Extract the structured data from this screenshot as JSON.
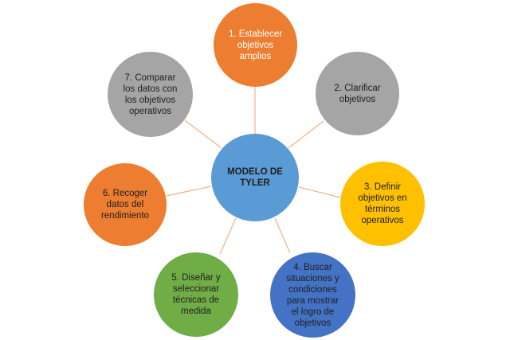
{
  "center": {
    "label": "MODELO DE\nTYLER",
    "color": "#5b9bd5"
  },
  "connector_color": "#f4b183",
  "steps": [
    {
      "label": "1. Establecer\nobjetivos\namplios",
      "color": "#ed7d31"
    },
    {
      "label": "2. Clarificar\nobjetivos",
      "color": "#a5a5a5"
    },
    {
      "label": "3. Definir\nobjetivos en\ntérminos\noperativos",
      "color": "#ffc000"
    },
    {
      "label": "4. Buscar\nsituaciones y\ncondiciones\npara mostrar\nel logro de\nobjetivos",
      "color": "#4472c4"
    },
    {
      "label": "5. Diseñar y\nseleccionar\ntécnicas de\nmedida",
      "color": "#70ad47"
    },
    {
      "label": "6. Recoger\ndatos del\nrendimiento",
      "color": "#ed7d31"
    },
    {
      "label": "7. Comparar\nlos datos con\nlos objetivos\noperativos",
      "color": "#a5a5a5"
    }
  ]
}
